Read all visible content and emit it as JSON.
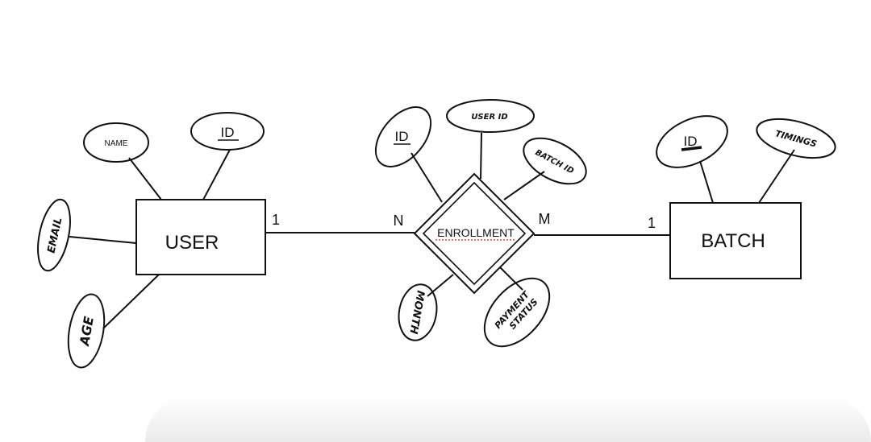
{
  "entities": {
    "user": "USER",
    "batch": "BATCH"
  },
  "relationship": {
    "enrollment": "ENROLLMENT"
  },
  "attributes": {
    "user_name": "NAME",
    "user_id": "ID",
    "user_email": "EMAIL",
    "user_age": "AGE",
    "enroll_id": "ID",
    "enroll_user_id": "USER ID",
    "enroll_batch_id": "BATCH ID",
    "enroll_month": "MONTH",
    "enroll_payment_status_line1": "PAYMENT",
    "enroll_payment_status_line2": "STATUS",
    "batch_id": "ID",
    "batch_timings": "TIMINGS"
  },
  "cardinalities": {
    "user_side": "1",
    "enrollment_user_side": "N",
    "enrollment_batch_side": "M",
    "batch_side": "1"
  }
}
